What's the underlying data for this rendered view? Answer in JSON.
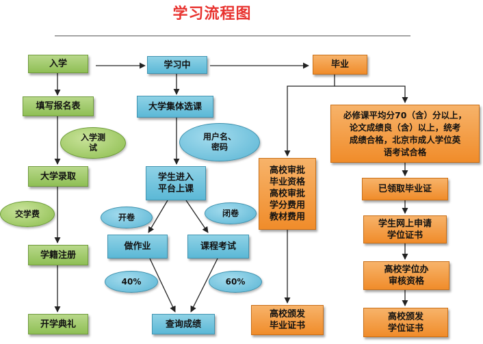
{
  "title": "学习流程图",
  "colors": {
    "title": "#e8322e",
    "green": "#9cc766",
    "blue": "#6cc3de",
    "orange": "#f39a3c"
  },
  "nodes": {
    "enroll": "入学",
    "fill_form": "填写报名表",
    "entrance_test": "入学测\n试",
    "admission": "大学录取",
    "pay_fee": "交学费",
    "registration": "学籍注册",
    "opening": "开学典礼",
    "studying": "学习中",
    "course_selection": "大学集体选课",
    "credentials": "用户名、\n密码",
    "enter_platform": "学生进入\n平台上课",
    "open_book": "开卷",
    "closed_book": "闭卷",
    "homework": "做作业",
    "course_exam": "课程考试",
    "pct_40": "40%",
    "pct_60": "60%",
    "check_scores": "查询成绩",
    "graduate": "毕业",
    "school_review": "高校审批\n毕业资格\n高校审批\n学分费用\n教材费用",
    "school_issue_diploma": "高校颁发\n毕业证书",
    "requirements": "必修课平均分70（含）分以上，\n论文成绩良（含）以上，统考\n成绩合格，北京市成人学位英\n语考试合格",
    "got_diploma": "已领取毕业证",
    "apply_degree": "学生网上申请\n学位证书",
    "degree_office_review": "高校学位办\n审核资格",
    "school_issue_degree": "高校颁发\n学位证书"
  }
}
